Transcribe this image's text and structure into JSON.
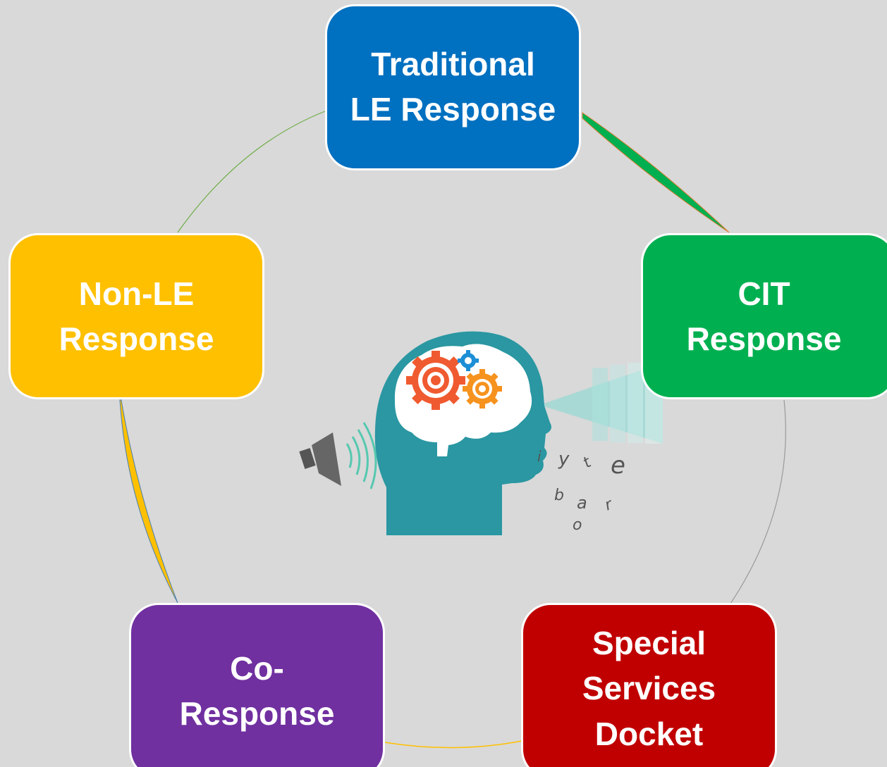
{
  "diagram": {
    "nodes": [
      {
        "id": "traditional",
        "label": "Traditional\nLE Response",
        "color": "#0070c0"
      },
      {
        "id": "cit",
        "label": "CIT\nResponse",
        "color": "#00b050"
      },
      {
        "id": "special",
        "label": "Special\nServices\nDocket",
        "color": "#c00000"
      },
      {
        "id": "coresponse",
        "label": "Co-\nResponse",
        "color": "#7030a0"
      },
      {
        "id": "nonle",
        "label": "Non-LE\nResponse",
        "color": "#ffc000"
      }
    ],
    "center_image": {
      "icon": "head-with-gears-speaking-icon",
      "letters": [
        "i",
        "y",
        "t",
        "e",
        "b",
        "a",
        "r",
        "o"
      ]
    },
    "colors": {
      "background": "#d9d9d9",
      "head": "#2a97a2",
      "brain": "#ffffff",
      "gear_red": "#f05a30",
      "gear_orange": "#f6921e",
      "gear_blue": "#1c8fd6",
      "speaker": "#555555",
      "sound_wave": "#56c8b0",
      "beam": "#7fd3cd"
    }
  }
}
